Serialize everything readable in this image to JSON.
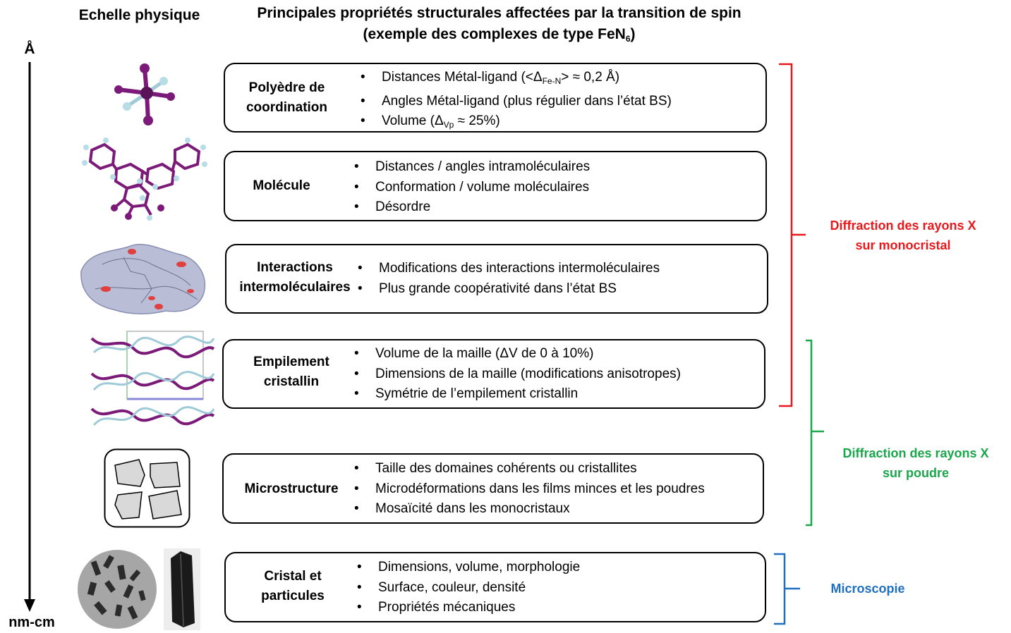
{
  "header": {
    "left_title": "Echelle physique",
    "main_title_line1": "Principales propriétés structurales affectées par la transition de spin",
    "main_title_line2_pre": "(exemple des complexes de type FeN",
    "main_title_line2_sub": "6",
    "main_title_line2_post": ")"
  },
  "axis": {
    "top": "Å",
    "bottom": "nm-cm"
  },
  "rows": [
    {
      "label_lines": [
        "Polyèdre de",
        "coordination"
      ],
      "bullets": [
        {
          "pre": "Distances Métal-ligand (<Δ",
          "sub": "Fe-N",
          "post": "> ≈ 0,2 Å)"
        },
        {
          "pre": "Angles Métal-ligand (plus régulier dans l’état BS)",
          "sub": "",
          "post": ""
        },
        {
          "pre": "Volume (Δ",
          "sub": "Vp",
          "post": " ≈ 25%)"
        }
      ]
    },
    {
      "label_lines": [
        "Molécule"
      ],
      "bullets": [
        {
          "pre": "Distances / angles intramoléculaires",
          "sub": "",
          "post": ""
        },
        {
          "pre": "Conformation / volume moléculaires",
          "sub": "",
          "post": ""
        },
        {
          "pre": "Désordre",
          "sub": "",
          "post": ""
        }
      ]
    },
    {
      "label_lines": [
        "Interactions",
        "intermoléculaires"
      ],
      "bullets": [
        {
          "pre": "Modifications des interactions intermoléculaires",
          "sub": "",
          "post": ""
        },
        {
          "pre": "Plus grande coopérativité dans l’état BS",
          "sub": "",
          "post": ""
        }
      ]
    },
    {
      "label_lines": [
        "Empilement",
        "cristallin"
      ],
      "bullets": [
        {
          "pre": "Volume de la maille (ΔV de 0 à 10%)",
          "sub": "",
          "post": ""
        },
        {
          "pre": "Dimensions de la maille (modifications anisotropes)",
          "sub": "",
          "post": ""
        },
        {
          "pre": "Symétrie de l’empilement cristallin",
          "sub": "",
          "post": ""
        }
      ]
    },
    {
      "label_lines": [
        "Microstructure"
      ],
      "bullets": [
        {
          "pre": "Taille des domaines cohérents ou cristallites",
          "sub": "",
          "post": ""
        },
        {
          "pre": "Microdéformations dans les films minces et les poudres",
          "sub": "",
          "post": ""
        },
        {
          "pre": "Mosaïcité dans les monocristaux",
          "sub": "",
          "post": ""
        }
      ]
    },
    {
      "label_lines": [
        "Cristal et",
        "particules"
      ],
      "bullets": [
        {
          "pre": "Dimensions, volume, morphologie",
          "sub": "",
          "post": ""
        },
        {
          "pre": "Surface, couleur, densité",
          "sub": "",
          "post": ""
        },
        {
          "pre": "Propriétés mécaniques",
          "sub": "",
          "post": ""
        }
      ]
    }
  ],
  "brackets": [
    {
      "lines": [
        "Diffraction des rayons X",
        "sur monocristal"
      ],
      "color": "#e8191c"
    },
    {
      "lines": [
        "Diffraction des rayons X",
        "sur poudre"
      ],
      "color": "#1aa64a"
    },
    {
      "lines": [
        "Microscopie"
      ],
      "color": "#1f70c1"
    }
  ],
  "colors": {
    "molecule_purple": "#7b1a78",
    "molecule_light": "#b8dde6"
  }
}
